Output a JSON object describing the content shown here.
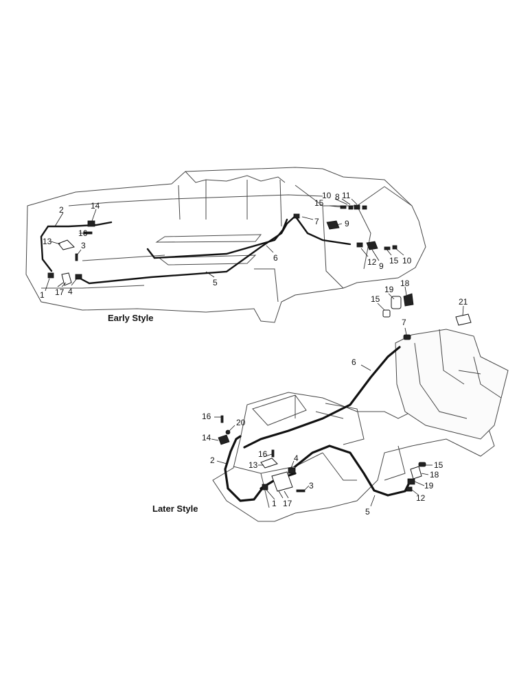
{
  "views": {
    "early": {
      "title": "Early Style"
    },
    "later": {
      "title": "Later Style"
    }
  },
  "callouts": {
    "early": [
      "10",
      "8",
      "11",
      "15",
      "2",
      "14",
      "7",
      "9",
      "16",
      "13",
      "3",
      "6",
      "12",
      "15",
      "10",
      "5",
      "9",
      "1",
      "17",
      "4"
    ],
    "later": [
      "15",
      "19",
      "18",
      "21",
      "7",
      "6",
      "16",
      "20",
      "14",
      "16",
      "2",
      "13",
      "4",
      "3",
      "15",
      "18",
      "19",
      "12",
      "1",
      "17",
      "5"
    ]
  }
}
